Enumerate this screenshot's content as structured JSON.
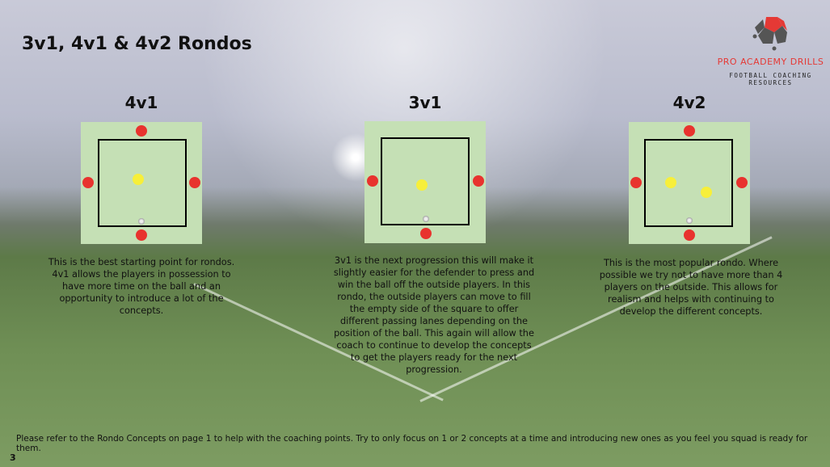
{
  "title": "3v1, 4v1 & 4v2 Rondos",
  "logo": {
    "brand": "PRO ACADEMY DRILLS",
    "tagline": "FOOTBALL COACHING RESOURCES"
  },
  "drills": [
    {
      "heading": "4v1",
      "description": "This is the best starting point for rondos. 4v1 allows the players in possession to have more time on the ball and an opportunity to introduce a lot of the concepts."
    },
    {
      "heading": "3v1",
      "description": "3v1 is the next progression this will make it slightly easier for the defender to press and win the ball off the outside players. In this rondo, the outside players can move to fill the empty side of the square to offer different passing lanes depending on the position of the ball. This again will allow the coach to continue to develop the concepts to get the players ready for the next progression."
    },
    {
      "heading": "4v2",
      "description": "This is the most popular rondo. Where possible we try not to have more than 4 players on the outside. This allows for realism and helps with continuing to develop the different concepts."
    }
  ],
  "footer": "Please refer to the Rondo Concepts on page 1 to help with the coaching points. Try to only focus on 1 or 2 concepts at a time and introducing new ones as you feel you squad is ready for them.",
  "page_number": "3",
  "colors": {
    "attacker": "#e8332e",
    "defender": "#f7ef3a",
    "pitch": "#c5e0b5",
    "brand": "#e53935"
  }
}
